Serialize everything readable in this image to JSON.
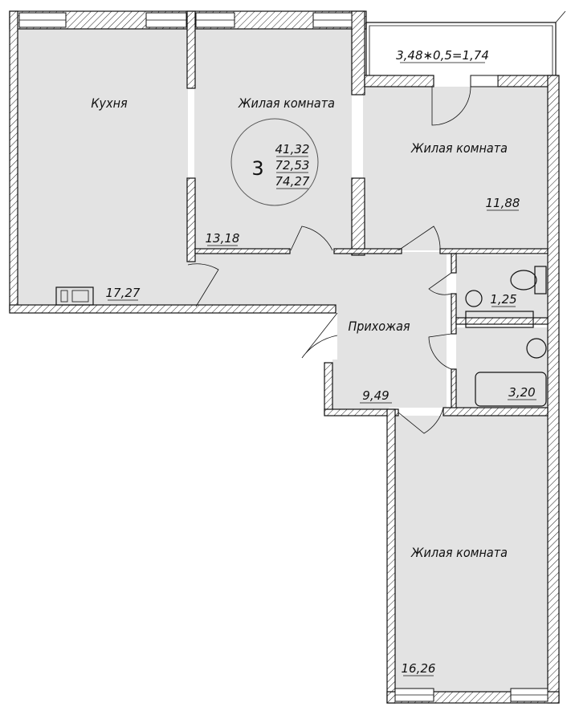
{
  "plan": {
    "apartment": {
      "rooms_count": "3",
      "living_area": "41,32",
      "total_area": "72,53",
      "total_with_balcony": "74,27"
    },
    "rooms": [
      {
        "key": "kitchen",
        "name": "Кухня",
        "area": "17,27"
      },
      {
        "key": "living1",
        "name": "Жилая комната",
        "area": "13,18"
      },
      {
        "key": "living2",
        "name": "Жилая комната",
        "area": "11,88"
      },
      {
        "key": "hall",
        "name": "Прихожая",
        "area": "9,49"
      },
      {
        "key": "wc",
        "name": "",
        "area": "1,25"
      },
      {
        "key": "bath",
        "name": "",
        "area": "3,20"
      },
      {
        "key": "living3",
        "name": "Жилая комната",
        "area": "16,26"
      }
    ],
    "balcony": {
      "formula": "3,48∗0,5=1,74"
    }
  }
}
